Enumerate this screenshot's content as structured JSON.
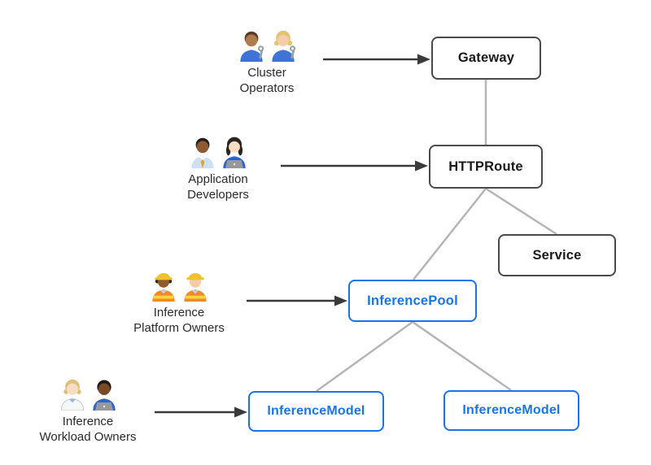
{
  "colors": {
    "background": "#ffffff",
    "core_node_border": "#4a4a4a",
    "core_node_text": "#1a1a1a",
    "inference_blue": "#1a73e8",
    "connector_gray": "#b5b5b5",
    "arrow_dark": "#3a3a3a"
  },
  "personas": [
    {
      "lines": [
        "Cluster",
        "Operators"
      ],
      "emoji": "👨🏽‍🔧👩🏼‍🔧",
      "icon": "mechanics-icon",
      "points_to": "Gateway"
    },
    {
      "lines": [
        "Application",
        "Developers"
      ],
      "emoji": "👨🏾‍💼👩🏻‍💻",
      "icon": "developers-icon",
      "points_to": "HTTPRoute"
    },
    {
      "lines": [
        "Inference",
        "Platform Owners"
      ],
      "emoji": "👷🏾‍♀️👷🏻",
      "icon": "construction-workers-icon",
      "points_to": "InferencePool"
    },
    {
      "lines": [
        "Inference",
        "Workload Owners"
      ],
      "emoji": "🧑🏼‍⚕️👨🏿‍💻",
      "icon": "workload-owners-icon",
      "points_to": "InferenceModel"
    }
  ],
  "nodes": [
    {
      "label": "Gateway",
      "kind": "core"
    },
    {
      "label": "HTTPRoute",
      "kind": "core"
    },
    {
      "label": "Service",
      "kind": "core"
    },
    {
      "label": "InferencePool",
      "kind": "inference"
    },
    {
      "label": "InferenceModel",
      "kind": "inference"
    },
    {
      "label": "InferenceModel",
      "kind": "inference"
    }
  ],
  "edges": [
    {
      "from": "Gateway",
      "to": "HTTPRoute"
    },
    {
      "from": "HTTPRoute",
      "to": "InferencePool"
    },
    {
      "from": "HTTPRoute",
      "to": "Service"
    },
    {
      "from": "InferencePool",
      "to": "InferenceModel (left)"
    },
    {
      "from": "InferencePool",
      "to": "InferenceModel (right)"
    }
  ]
}
